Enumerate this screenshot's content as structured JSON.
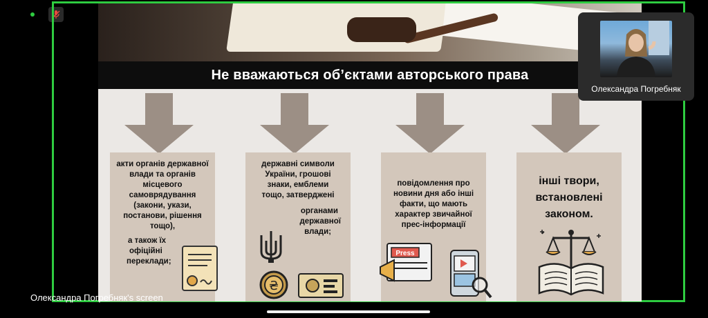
{
  "meeting": {
    "status_icon": "green-dot-icon",
    "mic_icon": "mic-muted-icon",
    "accent_color": "#2ecc40"
  },
  "slide": {
    "title": "Не вважаються об’єктами авторського права",
    "cards": [
      {
        "lines": [
          "акти органів державної",
          "влади та органів",
          "місцевого",
          "самоврядування",
          "(закони, укази,",
          "постанови, рішення",
          "тощо),",
          "а також їх",
          "офіційні",
          "переклади;"
        ]
      },
      {
        "lines": [
          "державні символи",
          "України, грошові",
          "знаки, емблеми",
          "тощо, затверджені",
          "органами",
          "державної",
          "влади;"
        ]
      },
      {
        "lines": [
          "повідомлення про",
          "новини дня або інші",
          "факти, що мають",
          "характер звичайної",
          "прес-інформації"
        ]
      },
      {
        "lines": [
          "інші твори,",
          "встановлені",
          "законом."
        ]
      }
    ],
    "press_label": "Press"
  },
  "participant": {
    "name": "Олександра Погребняк"
  },
  "screen_share": {
    "label": "Олександра Погребняк's screen"
  }
}
